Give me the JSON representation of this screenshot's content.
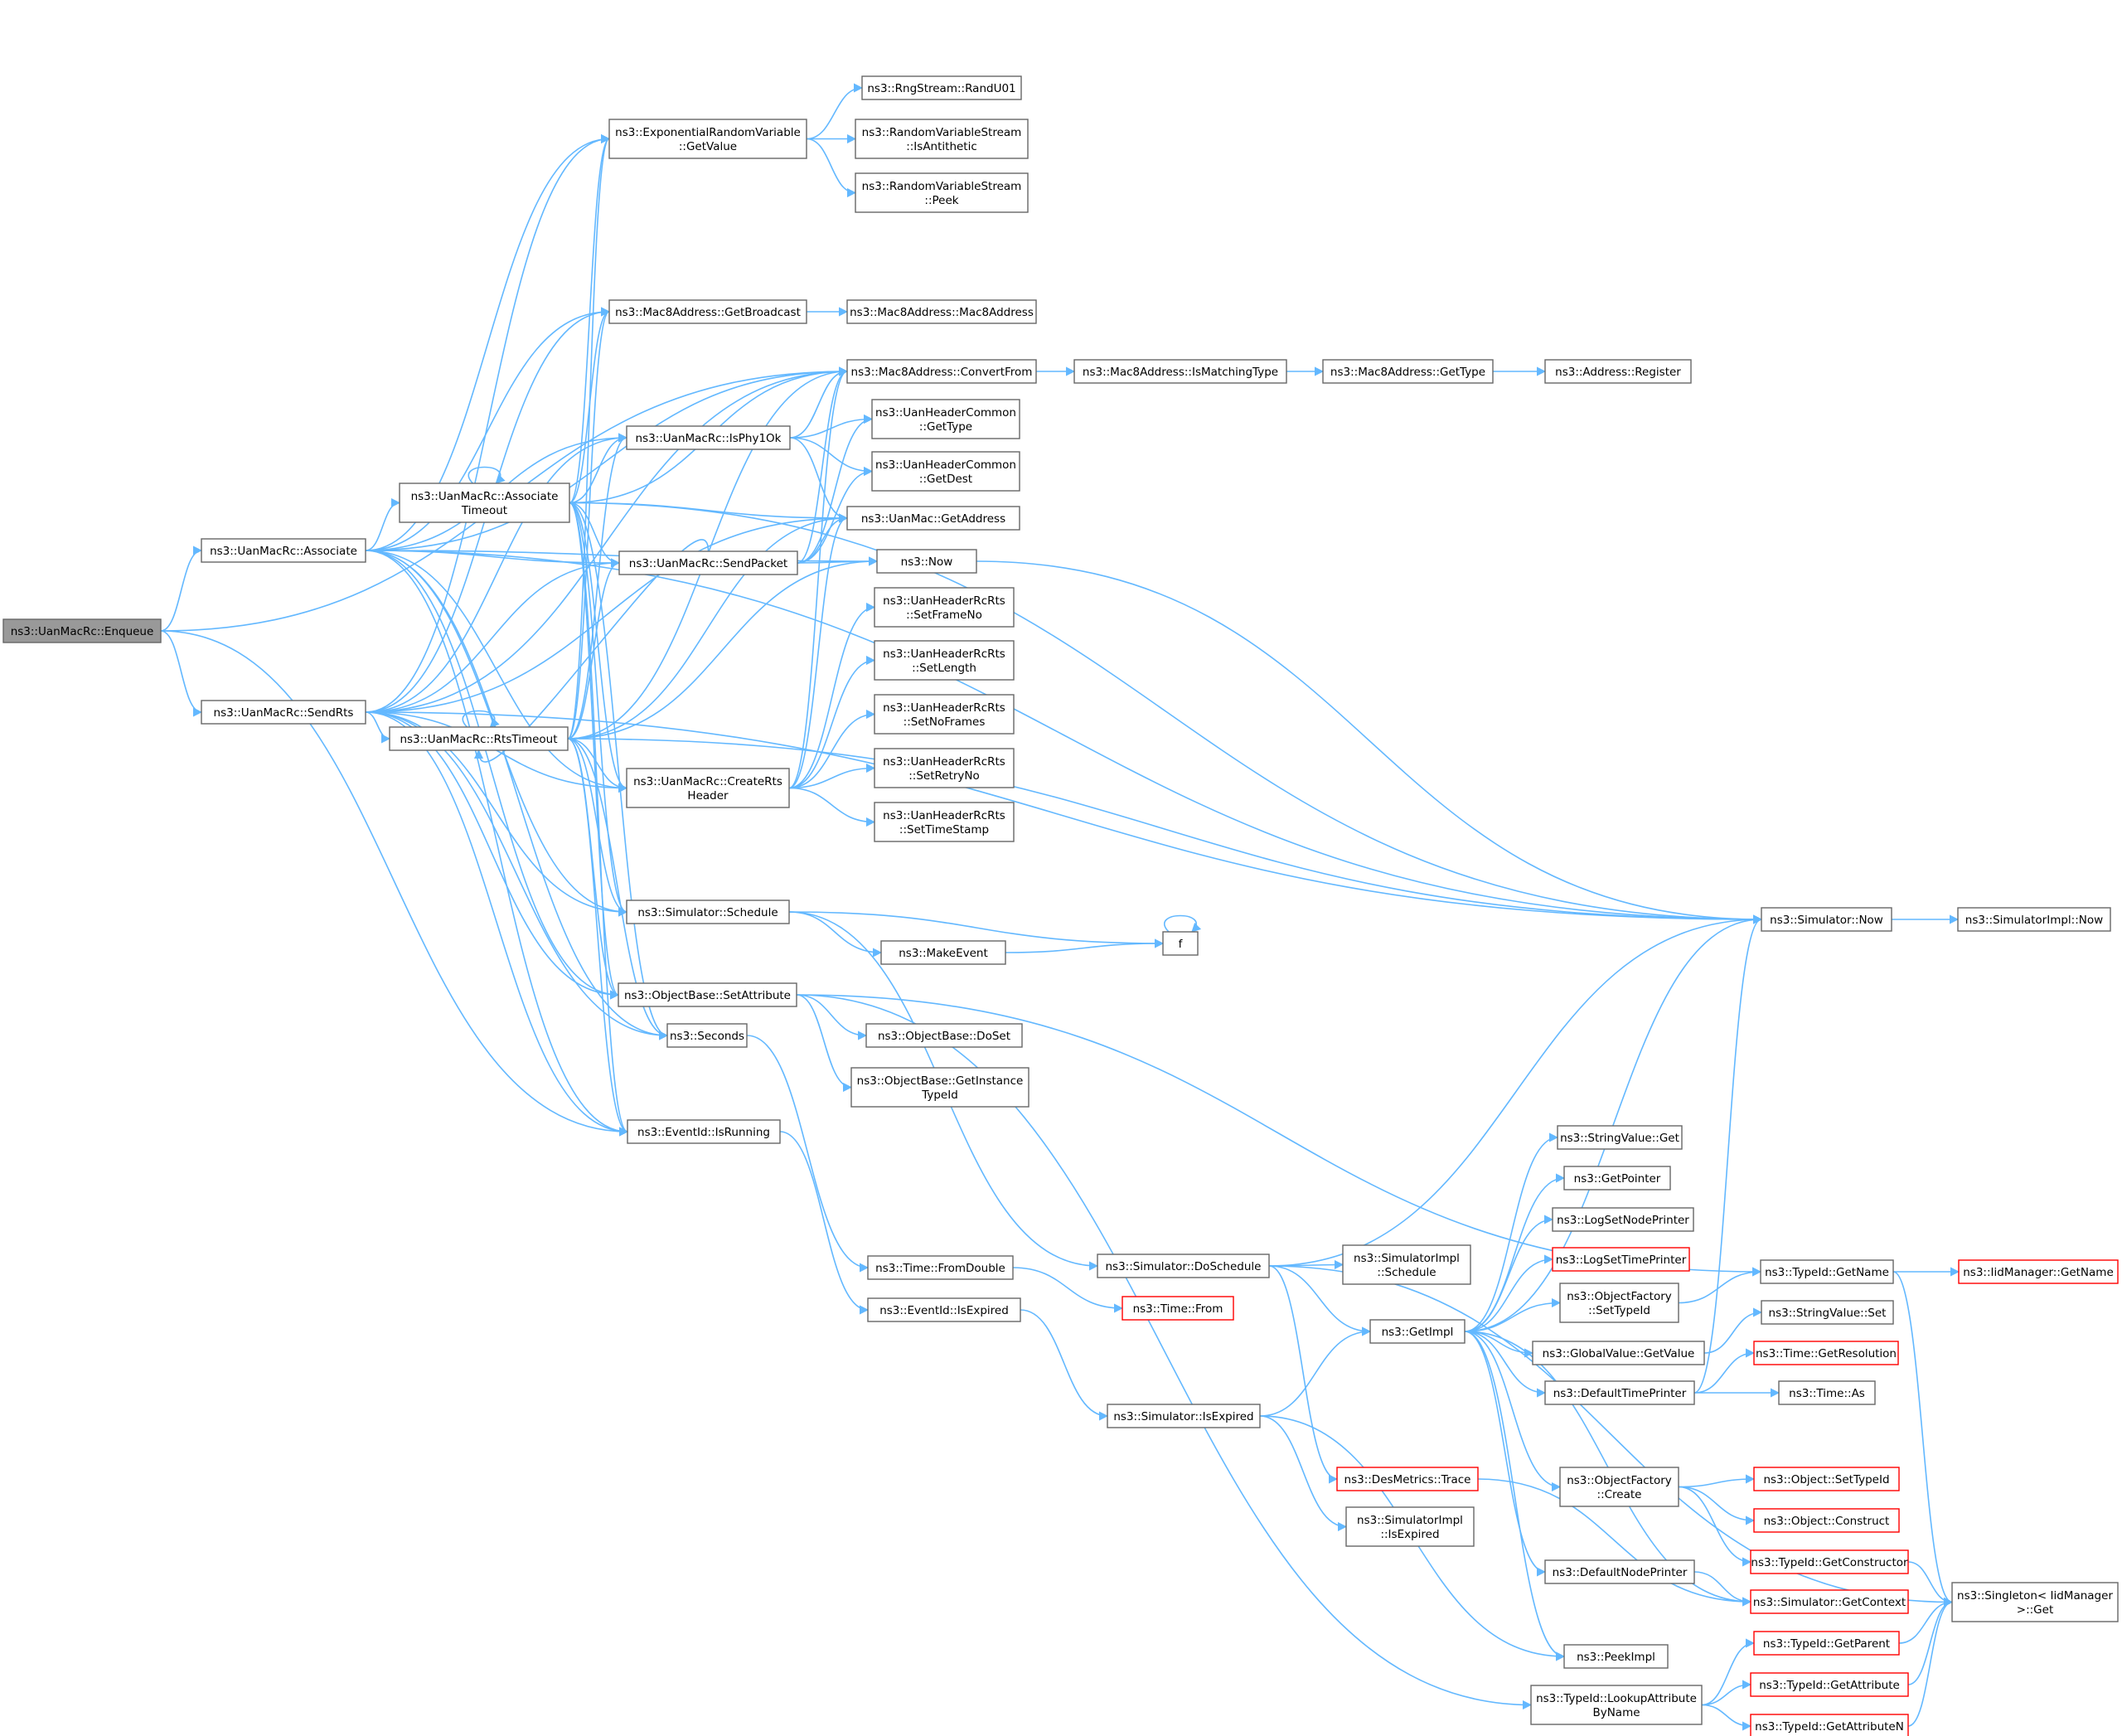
{
  "colors": {
    "edge": "#63b8ff",
    "node_border": "#666666",
    "node_fill": "#ffffff",
    "root_fill": "#999999",
    "root_border": "#666666",
    "truncated_border": "#ff0000"
  },
  "nodes": [
    {
      "id": "enqueue",
      "lines": [
        "ns3::UanMacRc::Enqueue"
      ],
      "root": true
    },
    {
      "id": "associate",
      "lines": [
        "ns3::UanMacRc::Associate"
      ]
    },
    {
      "id": "sendrts",
      "lines": [
        "ns3::UanMacRc::SendRts"
      ]
    },
    {
      "id": "assoc_timeout",
      "lines": [
        "ns3::UanMacRc::Associate",
        "Timeout"
      ]
    },
    {
      "id": "rts_timeout",
      "lines": [
        "ns3::UanMacRc::RtsTimeout"
      ]
    },
    {
      "id": "exp_getvalue",
      "lines": [
        "ns3::ExponentialRandomVariable",
        "::GetValue"
      ]
    },
    {
      "id": "mac8_getbroadcast",
      "lines": [
        "ns3::Mac8Address::GetBroadcast"
      ]
    },
    {
      "id": "isphy1ok",
      "lines": [
        "ns3::UanMacRc::IsPhy1Ok"
      ]
    },
    {
      "id": "sendpacket",
      "lines": [
        "ns3::UanMacRc::SendPacket"
      ]
    },
    {
      "id": "createrts",
      "lines": [
        "ns3::UanMacRc::CreateRts",
        "Header"
      ]
    },
    {
      "id": "sim_schedule",
      "lines": [
        "ns3::Simulator::Schedule"
      ]
    },
    {
      "id": "setattribute",
      "lines": [
        "ns3::ObjectBase::SetAttribute"
      ]
    },
    {
      "id": "seconds",
      "lines": [
        "ns3::Seconds"
      ]
    },
    {
      "id": "isrunning",
      "lines": [
        "ns3::EventId::IsRunning"
      ]
    },
    {
      "id": "randu01",
      "lines": [
        "ns3::RngStream::RandU01"
      ]
    },
    {
      "id": "isantithetic",
      "lines": [
        "ns3::RandomVariableStream",
        "::IsAntithetic"
      ]
    },
    {
      "id": "rvs_peek",
      "lines": [
        "ns3::RandomVariableStream",
        "::Peek"
      ]
    },
    {
      "id": "mac8_ctor",
      "lines": [
        "ns3::Mac8Address::Mac8Address"
      ]
    },
    {
      "id": "mac8_convertfrom",
      "lines": [
        "ns3::Mac8Address::ConvertFrom"
      ]
    },
    {
      "id": "hdr_gettype",
      "lines": [
        "ns3::UanHeaderCommon",
        "::GetType"
      ]
    },
    {
      "id": "hdr_getdest",
      "lines": [
        "ns3::UanHeaderCommon",
        "::GetDest"
      ]
    },
    {
      "id": "uanmac_getaddress",
      "lines": [
        "ns3::UanMac::GetAddress"
      ]
    },
    {
      "id": "ns3_now",
      "lines": [
        "ns3::Now"
      ]
    },
    {
      "id": "setframeno",
      "lines": [
        "ns3::UanHeaderRcRts",
        "::SetFrameNo"
      ]
    },
    {
      "id": "setlength",
      "lines": [
        "ns3::UanHeaderRcRts",
        "::SetLength"
      ]
    },
    {
      "id": "setnoframes",
      "lines": [
        "ns3::UanHeaderRcRts",
        "::SetNoFrames"
      ]
    },
    {
      "id": "setretryno",
      "lines": [
        "ns3::UanHeaderRcRts",
        "::SetRetryNo"
      ]
    },
    {
      "id": "settimestamp",
      "lines": [
        "ns3::UanHeaderRcRts",
        "::SetTimeStamp"
      ]
    },
    {
      "id": "makeevent",
      "lines": [
        "ns3::MakeEvent"
      ]
    },
    {
      "id": "f",
      "lines": [
        "f"
      ]
    },
    {
      "id": "dosset",
      "lines": [
        "ns3::ObjectBase::DoSet"
      ]
    },
    {
      "id": "getinstancetypeid",
      "lines": [
        "ns3::ObjectBase::GetInstance",
        "TypeId"
      ]
    },
    {
      "id": "fromdouble",
      "lines": [
        "ns3::Time::FromDouble"
      ]
    },
    {
      "id": "isexpired",
      "lines": [
        "ns3::EventId::IsExpired"
      ]
    },
    {
      "id": "ismatchingtype",
      "lines": [
        "ns3::Mac8Address::IsMatchingType"
      ]
    },
    {
      "id": "mac8_gettype",
      "lines": [
        "ns3::Mac8Address::GetType"
      ]
    },
    {
      "id": "addr_register",
      "lines": [
        "ns3::Address::Register"
      ]
    },
    {
      "id": "sim_now",
      "lines": [
        "ns3::Simulator::Now"
      ]
    },
    {
      "id": "simimpl_now",
      "lines": [
        "ns3::SimulatorImpl::Now"
      ]
    },
    {
      "id": "doschedule",
      "lines": [
        "ns3::Simulator::DoSchedule"
      ]
    },
    {
      "id": "simimpl_schedule",
      "lines": [
        "ns3::SimulatorImpl",
        "::Schedule"
      ]
    },
    {
      "id": "time_from",
      "lines": [
        "ns3::Time::From"
      ],
      "truncated": true
    },
    {
      "id": "getimpl",
      "lines": [
        "ns3::GetImpl"
      ]
    },
    {
      "id": "sim_isexpired",
      "lines": [
        "ns3::Simulator::IsExpired"
      ]
    },
    {
      "id": "desmetrics",
      "lines": [
        "ns3::DesMetrics::Trace"
      ],
      "truncated": true
    },
    {
      "id": "simimpl_isexpired",
      "lines": [
        "ns3::SimulatorImpl",
        "::IsExpired"
      ]
    },
    {
      "id": "peekimpl",
      "lines": [
        "ns3::PeekImpl"
      ]
    },
    {
      "id": "lookupattr",
      "lines": [
        "ns3::TypeId::LookupAttribute",
        "ByName"
      ]
    },
    {
      "id": "stringvalue_get",
      "lines": [
        "ns3::StringValue::Get"
      ]
    },
    {
      "id": "getpointer",
      "lines": [
        "ns3::GetPointer"
      ]
    },
    {
      "id": "logsetnodeprinter",
      "lines": [
        "ns3::LogSetNodePrinter"
      ]
    },
    {
      "id": "logsettimeprinter",
      "lines": [
        "ns3::LogSetTimePrinter"
      ],
      "truncated": true
    },
    {
      "id": "of_settypeid",
      "lines": [
        "ns3::ObjectFactory",
        "::SetTypeId"
      ]
    },
    {
      "id": "gv_getvalue",
      "lines": [
        "ns3::GlobalValue::GetValue"
      ]
    },
    {
      "id": "defaulttimeprinter",
      "lines": [
        "ns3::DefaultTimePrinter"
      ]
    },
    {
      "id": "of_create",
      "lines": [
        "ns3::ObjectFactory",
        "::Create"
      ]
    },
    {
      "id": "defaultnodeprinter",
      "lines": [
        "ns3::DefaultNodePrinter"
      ]
    },
    {
      "id": "typeid_getname",
      "lines": [
        "ns3::TypeId::GetName"
      ]
    },
    {
      "id": "iidmanager_getname",
      "lines": [
        "ns3::IidManager::GetName"
      ],
      "truncated": true
    },
    {
      "id": "stringvalue_set",
      "lines": [
        "ns3::StringValue::Set"
      ]
    },
    {
      "id": "time_getresolution",
      "lines": [
        "ns3::Time::GetResolution"
      ],
      "truncated": true
    },
    {
      "id": "time_as",
      "lines": [
        "ns3::Time::As"
      ]
    },
    {
      "id": "obj_settypeid",
      "lines": [
        "ns3::Object::SetTypeId"
      ],
      "truncated": true
    },
    {
      "id": "obj_construct",
      "lines": [
        "ns3::Object::Construct"
      ],
      "truncated": true
    },
    {
      "id": "typeid_getconstructor",
      "lines": [
        "ns3::TypeId::GetConstructor"
      ],
      "truncated": true
    },
    {
      "id": "sim_getcontext",
      "lines": [
        "ns3::Simulator::GetContext"
      ],
      "truncated": true
    },
    {
      "id": "typeid_getparent",
      "lines": [
        "ns3::TypeId::GetParent"
      ],
      "truncated": true
    },
    {
      "id": "typeid_getattribute",
      "lines": [
        "ns3::TypeId::GetAttribute"
      ],
      "truncated": true
    },
    {
      "id": "typeid_getattributen",
      "lines": [
        "ns3::TypeId::GetAttributeN"
      ],
      "truncated": true
    },
    {
      "id": "singleton_get",
      "lines": [
        "ns3::Singleton< IidManager",
        " >::Get"
      ]
    }
  ],
  "edges": [
    [
      "enqueue",
      "associate"
    ],
    [
      "enqueue",
      "sendrts"
    ],
    [
      "enqueue",
      "mac8_convertfrom"
    ],
    [
      "enqueue",
      "isrunning"
    ],
    [
      "associate",
      "assoc_timeout"
    ],
    [
      "associate",
      "exp_getvalue"
    ],
    [
      "associate",
      "mac8_getbroadcast"
    ],
    [
      "associate",
      "isphy1ok"
    ],
    [
      "associate",
      "sendpacket"
    ],
    [
      "associate",
      "createrts"
    ],
    [
      "associate",
      "sim_schedule"
    ],
    [
      "associate",
      "setattribute"
    ],
    [
      "associate",
      "seconds"
    ],
    [
      "associate",
      "isrunning"
    ],
    [
      "associate",
      "mac8_convertfrom"
    ],
    [
      "associate",
      "ns3_now"
    ],
    [
      "associate",
      "sim_now"
    ],
    [
      "sendrts",
      "rts_timeout"
    ],
    [
      "sendrts",
      "exp_getvalue"
    ],
    [
      "sendrts",
      "mac8_getbroadcast"
    ],
    [
      "sendrts",
      "isphy1ok"
    ],
    [
      "sendrts",
      "sendpacket"
    ],
    [
      "sendrts",
      "createrts"
    ],
    [
      "sendrts",
      "sim_schedule"
    ],
    [
      "sendrts",
      "setattribute"
    ],
    [
      "sendrts",
      "seconds"
    ],
    [
      "sendrts",
      "isrunning"
    ],
    [
      "sendrts",
      "mac8_convertfrom"
    ],
    [
      "sendrts",
      "uanmac_getaddress"
    ],
    [
      "sendrts",
      "sim_now"
    ],
    [
      "assoc_timeout",
      "assoc_timeout"
    ],
    [
      "assoc_timeout",
      "exp_getvalue"
    ],
    [
      "assoc_timeout",
      "mac8_getbroadcast"
    ],
    [
      "assoc_timeout",
      "isphy1ok"
    ],
    [
      "assoc_timeout",
      "sendpacket"
    ],
    [
      "assoc_timeout",
      "createrts"
    ],
    [
      "assoc_timeout",
      "sim_schedule"
    ],
    [
      "assoc_timeout",
      "setattribute"
    ],
    [
      "assoc_timeout",
      "seconds"
    ],
    [
      "assoc_timeout",
      "isrunning"
    ],
    [
      "assoc_timeout",
      "mac8_convertfrom"
    ],
    [
      "assoc_timeout",
      "uanmac_getaddress"
    ],
    [
      "assoc_timeout",
      "sim_now"
    ],
    [
      "rts_timeout",
      "rts_timeout"
    ],
    [
      "rts_timeout",
      "exp_getvalue"
    ],
    [
      "rts_timeout",
      "mac8_getbroadcast"
    ],
    [
      "rts_timeout",
      "isphy1ok"
    ],
    [
      "rts_timeout",
      "sendpacket"
    ],
    [
      "rts_timeout",
      "createrts"
    ],
    [
      "rts_timeout",
      "sim_schedule"
    ],
    [
      "rts_timeout",
      "setattribute"
    ],
    [
      "rts_timeout",
      "seconds"
    ],
    [
      "rts_timeout",
      "isrunning"
    ],
    [
      "rts_timeout",
      "mac8_convertfrom"
    ],
    [
      "rts_timeout",
      "uanmac_getaddress"
    ],
    [
      "rts_timeout",
      "ns3_now"
    ],
    [
      "rts_timeout",
      "sim_now"
    ],
    [
      "exp_getvalue",
      "randu01"
    ],
    [
      "exp_getvalue",
      "isantithetic"
    ],
    [
      "exp_getvalue",
      "rvs_peek"
    ],
    [
      "mac8_getbroadcast",
      "mac8_ctor"
    ],
    [
      "isphy1ok",
      "mac8_convertfrom"
    ],
    [
      "isphy1ok",
      "hdr_gettype"
    ],
    [
      "isphy1ok",
      "hdr_getdest"
    ],
    [
      "isphy1ok",
      "uanmac_getaddress"
    ],
    [
      "sendpacket",
      "mac8_convertfrom"
    ],
    [
      "sendpacket",
      "hdr_gettype"
    ],
    [
      "sendpacket",
      "hdr_getdest"
    ],
    [
      "sendpacket",
      "uanmac_getaddress"
    ],
    [
      "sendpacket",
      "ns3_now"
    ],
    [
      "sendpacket",
      "rts_timeout"
    ],
    [
      "createrts",
      "setframeno"
    ],
    [
      "createrts",
      "setlength"
    ],
    [
      "createrts",
      "setnoframes"
    ],
    [
      "createrts",
      "setretryno"
    ],
    [
      "createrts",
      "settimestamp"
    ],
    [
      "createrts",
      "uanmac_getaddress"
    ],
    [
      "createrts",
      "mac8_convertfrom"
    ],
    [
      "sim_schedule",
      "makeevent"
    ],
    [
      "sim_schedule",
      "f"
    ],
    [
      "sim_schedule",
      "doschedule"
    ],
    [
      "setattribute",
      "dosset"
    ],
    [
      "setattribute",
      "getinstancetypeid"
    ],
    [
      "setattribute",
      "lookupattr"
    ],
    [
      "setattribute",
      "typeid_getname"
    ],
    [
      "seconds",
      "fromdouble"
    ],
    [
      "isrunning",
      "isexpired"
    ],
    [
      "makeevent",
      "f"
    ],
    [
      "f",
      "f"
    ],
    [
      "fromdouble",
      "time_from"
    ],
    [
      "isexpired",
      "sim_isexpired"
    ],
    [
      "mac8_convertfrom",
      "ismatchingtype"
    ],
    [
      "ismatchingtype",
      "mac8_gettype"
    ],
    [
      "mac8_gettype",
      "addr_register"
    ],
    [
      "ns3_now",
      "sim_now"
    ],
    [
      "sim_now",
      "simimpl_now"
    ],
    [
      "doschedule",
      "simimpl_schedule"
    ],
    [
      "doschedule",
      "getimpl"
    ],
    [
      "doschedule",
      "desmetrics"
    ],
    [
      "doschedule",
      "sim_now"
    ],
    [
      "doschedule",
      "singleton_get"
    ],
    [
      "sim_isexpired",
      "getimpl"
    ],
    [
      "sim_isexpired",
      "simimpl_isexpired"
    ],
    [
      "sim_isexpired",
      "peekimpl"
    ],
    [
      "desmetrics",
      "sim_getcontext"
    ],
    [
      "getimpl",
      "stringvalue_get"
    ],
    [
      "getimpl",
      "getpointer"
    ],
    [
      "getimpl",
      "logsetnodeprinter"
    ],
    [
      "getimpl",
      "logsettimeprinter"
    ],
    [
      "getimpl",
      "of_settypeid"
    ],
    [
      "getimpl",
      "gv_getvalue"
    ],
    [
      "getimpl",
      "defaulttimeprinter"
    ],
    [
      "getimpl",
      "of_create"
    ],
    [
      "getimpl",
      "defaultnodeprinter"
    ],
    [
      "getimpl",
      "peekimpl"
    ],
    [
      "getimpl",
      "sim_now"
    ],
    [
      "getimpl",
      "sim_getcontext"
    ],
    [
      "of_settypeid",
      "typeid_getname"
    ],
    [
      "gv_getvalue",
      "stringvalue_set"
    ],
    [
      "defaulttimeprinter",
      "time_getresolution"
    ],
    [
      "defaulttimeprinter",
      "time_as"
    ],
    [
      "defaulttimeprinter",
      "sim_now"
    ],
    [
      "of_create",
      "obj_settypeid"
    ],
    [
      "of_create",
      "obj_construct"
    ],
    [
      "of_create",
      "typeid_getconstructor"
    ],
    [
      "defaultnodeprinter",
      "sim_getcontext"
    ],
    [
      "typeid_getname",
      "iidmanager_getname"
    ],
    [
      "typeid_getname",
      "singleton_get"
    ],
    [
      "typeid_getconstructor",
      "singleton_get"
    ],
    [
      "lookupattr",
      "typeid_getparent"
    ],
    [
      "lookupattr",
      "typeid_getattribute"
    ],
    [
      "lookupattr",
      "typeid_getattributen"
    ],
    [
      "typeid_getparent",
      "singleton_get"
    ],
    [
      "typeid_getattribute",
      "singleton_get"
    ],
    [
      "typeid_getattributen",
      "singleton_get"
    ]
  ]
}
